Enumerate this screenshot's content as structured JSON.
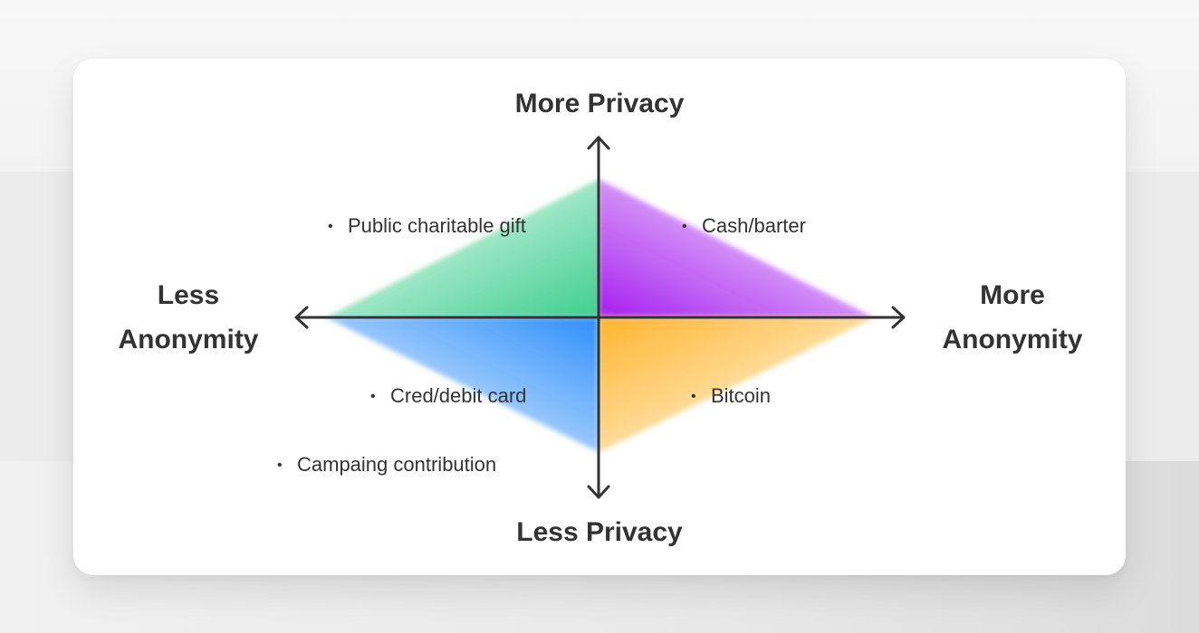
{
  "axes": {
    "top": "More Privacy",
    "bottom": "Less Privacy",
    "left": "Less Anonymity",
    "right": "More Anonymity"
  },
  "items": [
    {
      "label": "Public charitable gift",
      "quadrant": "top-left"
    },
    {
      "label": "Cash/barter",
      "quadrant": "top-right"
    },
    {
      "label": "Cred/debit card",
      "quadrant": "bottom-left"
    },
    {
      "label": "Bitcoin",
      "quadrant": "bottom-right"
    },
    {
      "label": "Campaing contribution",
      "quadrant": "bottom-left"
    }
  ],
  "bullet": "•",
  "colors": {
    "text": "#333333",
    "axis": "#333333",
    "top_left_fill": "#3fcf8e",
    "top_right_fill": "#a620f0",
    "bottom_left_fill": "#2f8ffb",
    "bottom_right_fill": "#ffb52e"
  }
}
